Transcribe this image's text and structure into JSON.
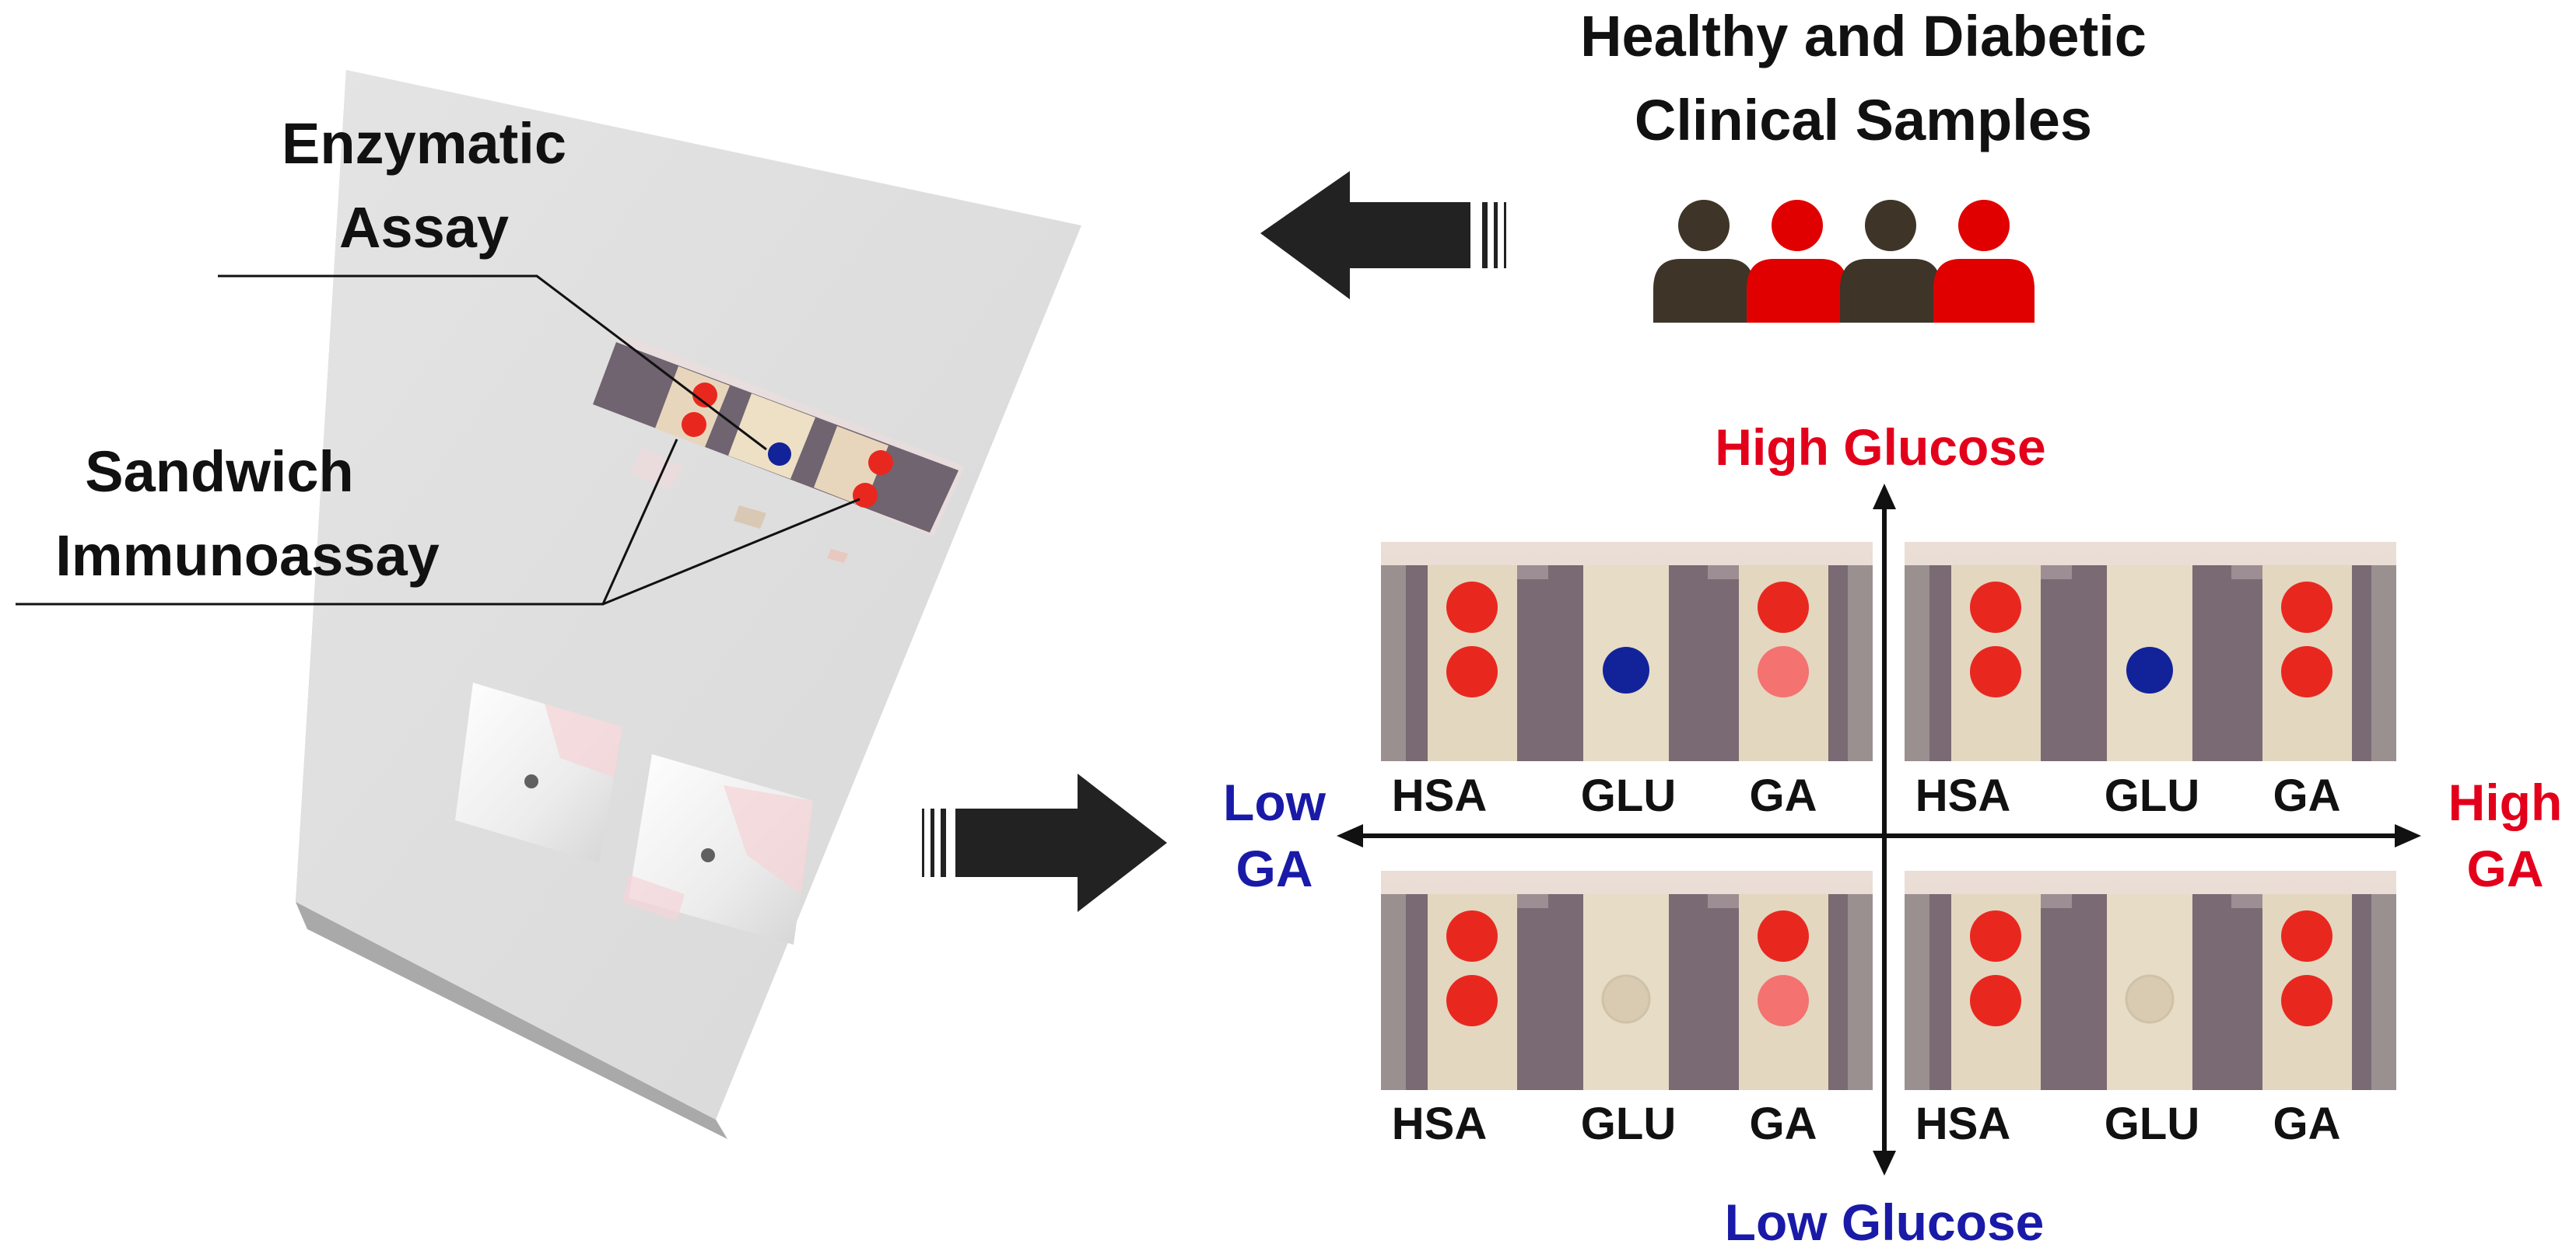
{
  "header": {
    "samples_line1": "Healthy and Diabetic",
    "samples_line2": "Clinical Samples"
  },
  "device": {
    "enzymatic_line1": "Enzymatic",
    "enzymatic_line2": "Assay",
    "sandwich_line1": "Sandwich",
    "sandwich_line2": "Immunoassay"
  },
  "axes": {
    "top": "High Glucose",
    "bottom": "Low Glucose",
    "left_line1": "Low",
    "left_line2": "GA",
    "right_line1": "High",
    "right_line2": "GA"
  },
  "strip_labels": {
    "hsa": "HSA",
    "glu": "GLU",
    "ga": "GA"
  },
  "colors": {
    "red": "#e8281f",
    "light_red": "#f47270",
    "blue": "#12239a",
    "label_red": "#e3001b",
    "label_blue": "#1a1aa8",
    "person_dark": "#3e3428",
    "person_red": "#e00000",
    "arrow": "#222222"
  },
  "quadrants": [
    {
      "position": "top-left",
      "glucose": "high",
      "ga": "low",
      "hsa_spots": 2,
      "glu_spot": "blue",
      "ga_spots": [
        "red",
        "light-red"
      ]
    },
    {
      "position": "top-right",
      "glucose": "high",
      "ga": "high",
      "hsa_spots": 2,
      "glu_spot": "blue",
      "ga_spots": [
        "red",
        "red"
      ]
    },
    {
      "position": "bottom-left",
      "glucose": "low",
      "ga": "low",
      "hsa_spots": 2,
      "glu_spot": "faint",
      "ga_spots": [
        "red",
        "light-red"
      ]
    },
    {
      "position": "bottom-right",
      "glucose": "low",
      "ga": "high",
      "hsa_spots": 2,
      "glu_spot": "faint",
      "ga_spots": [
        "red",
        "red"
      ]
    }
  ],
  "people": [
    "dark",
    "red",
    "dark",
    "red"
  ]
}
